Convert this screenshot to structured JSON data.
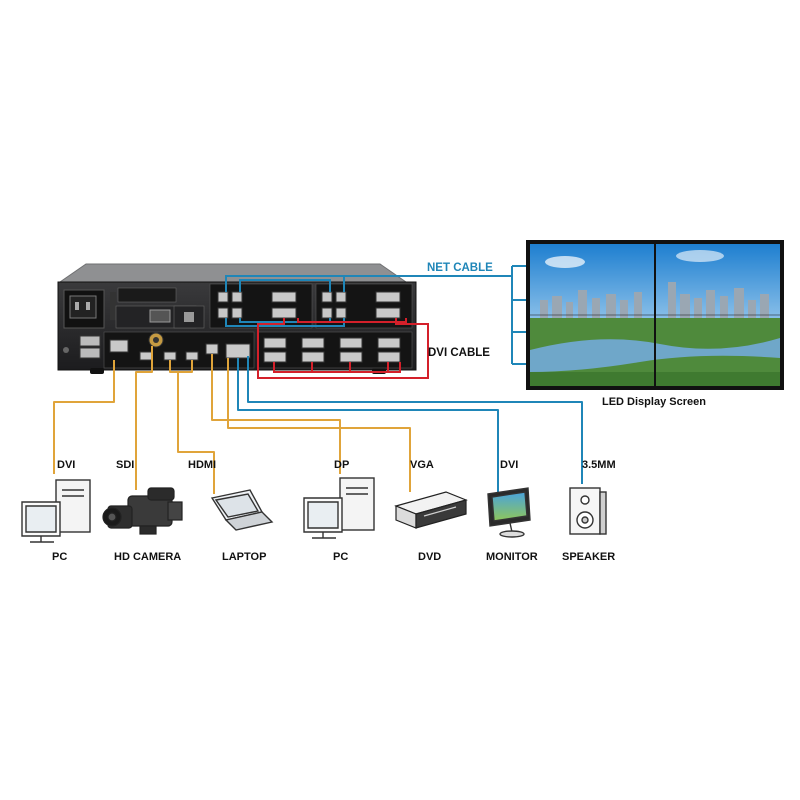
{
  "diagram": {
    "callouts": {
      "net_cable": "NET CABLE",
      "dvi_cable": "DVI CABLE",
      "screen_caption": "LED Display Screen"
    },
    "connections": [
      {
        "cable": "DVI",
        "device": "PC",
        "icon": "desktop-pc-icon"
      },
      {
        "cable": "SDI",
        "device": "HD CAMERA",
        "icon": "video-camera-icon"
      },
      {
        "cable": "HDMI",
        "device": "LAPTOP",
        "icon": "laptop-icon"
      },
      {
        "cable": "DP",
        "device": "PC",
        "icon": "desktop-pc-icon"
      },
      {
        "cable": "VGA",
        "device": "DVD",
        "icon": "dvd-player-icon"
      },
      {
        "cable": "DVI",
        "device": "MONITOR",
        "icon": "monitor-icon"
      },
      {
        "cable": "3.5MM",
        "device": "SPEAKER",
        "icon": "speaker-icon"
      }
    ],
    "colors": {
      "input_cable": "#e0a43a",
      "net_cable": "#1f86b8",
      "dvi_cable": "#d4202a",
      "chassis": "#2a2a2c",
      "text": "#111111"
    }
  }
}
